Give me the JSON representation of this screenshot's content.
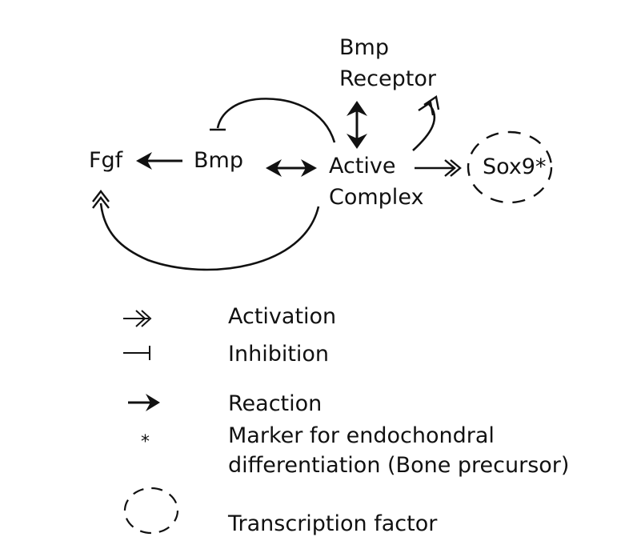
{
  "nodes": {
    "bmp_receptor": {
      "line1": "Bmp",
      "line2": "Receptor"
    },
    "fgf": "Fgf",
    "bmp": "Bmp",
    "active_complex": {
      "line1": "Active",
      "line2": "Complex"
    },
    "sox9": "Sox9*"
  },
  "legend": {
    "activation": "Activation",
    "inhibition": "Inhibition",
    "reaction": "Reaction",
    "marker_symbol": "*",
    "marker": {
      "line1": "Marker for endochondral",
      "line2": "differentiation (Bone precursor)"
    },
    "transcription_factor": "Transcription factor"
  }
}
